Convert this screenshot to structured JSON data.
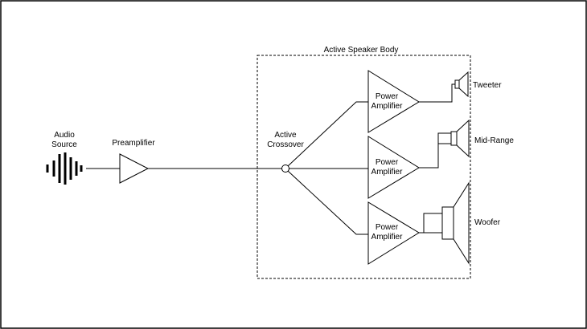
{
  "diagram": {
    "speaker_box_label": "Active Speaker Body",
    "audio_source": {
      "line1": "Audio",
      "line2": "Source"
    },
    "preamplifier": "Preamplifier",
    "crossover": {
      "line1": "Active",
      "line2": "Crossover"
    },
    "amplifiers": [
      {
        "line1": "Power",
        "line2": "Amplifier"
      },
      {
        "line1": "Power",
        "line2": "Amplifier"
      },
      {
        "line1": "Power",
        "line2": "Amplifier"
      }
    ],
    "speakers": {
      "tweeter": "Tweeter",
      "midrange": "Mid-Range",
      "woofer": "Woofer"
    }
  },
  "colors": {
    "stroke": "#000000",
    "background": "#ffffff"
  }
}
